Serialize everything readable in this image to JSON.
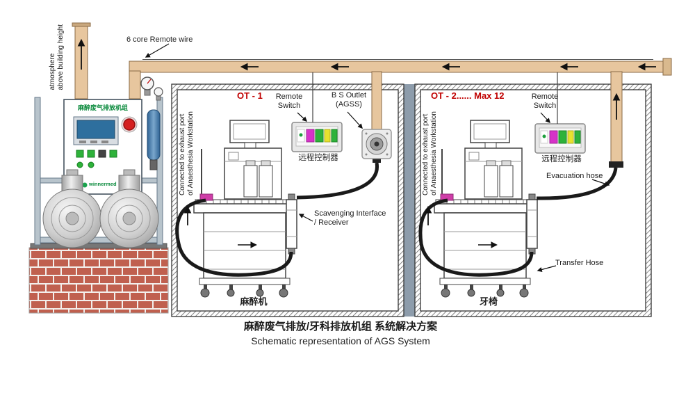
{
  "titles": {
    "chinese": "麻醉废气排放/牙科排放机组 系统解决方案",
    "english": "Schematic representation of AGS System"
  },
  "unit": {
    "name": "麻醉废气排放机组",
    "brand": "winnermed",
    "atmosphere_line1": "atmosphere",
    "atmosphere_line2": "above building height",
    "remote_wire": "6 core Remote wire"
  },
  "room1": {
    "id": "OT - 1",
    "remote_switch_line1": "Remote",
    "remote_switch_line2": "Switch",
    "bs_outlet_line1": "B S Outlet",
    "bs_outlet_line2": "(AGSS)",
    "controller": "远程控制器",
    "connected_line1": "Connected to exhaust port",
    "connected_line2": "of Anaesthesia Workstation",
    "scavenging_line1": "Scavenging Interface",
    "scavenging_line2": "/ Receiver",
    "machine": "麻醉机"
  },
  "room2": {
    "id": "OT - 2...... Max 12",
    "remote_switch_line1": "Remote",
    "remote_switch_line2": "Switch",
    "controller": "远程控制器",
    "connected_line1": "Connected to exhaust port",
    "connected_line2": "of Anaesthesia Workstation",
    "evacuation": "Evacuation hose",
    "transfer": "Transfer Hose",
    "machine": "牙椅"
  },
  "colors": {
    "pipe": "#e7c69e",
    "pipe_stroke": "#8a6a45",
    "accent_red": "#c00000",
    "brick": "#c0604f",
    "hose": "#1a1a1a",
    "button_magenta": "#d633c8",
    "button_green": "#2eb23a",
    "button_yellow": "#e6e22e",
    "display_blue": "#2e6f9e",
    "brand_green": "#0a8a3c"
  }
}
